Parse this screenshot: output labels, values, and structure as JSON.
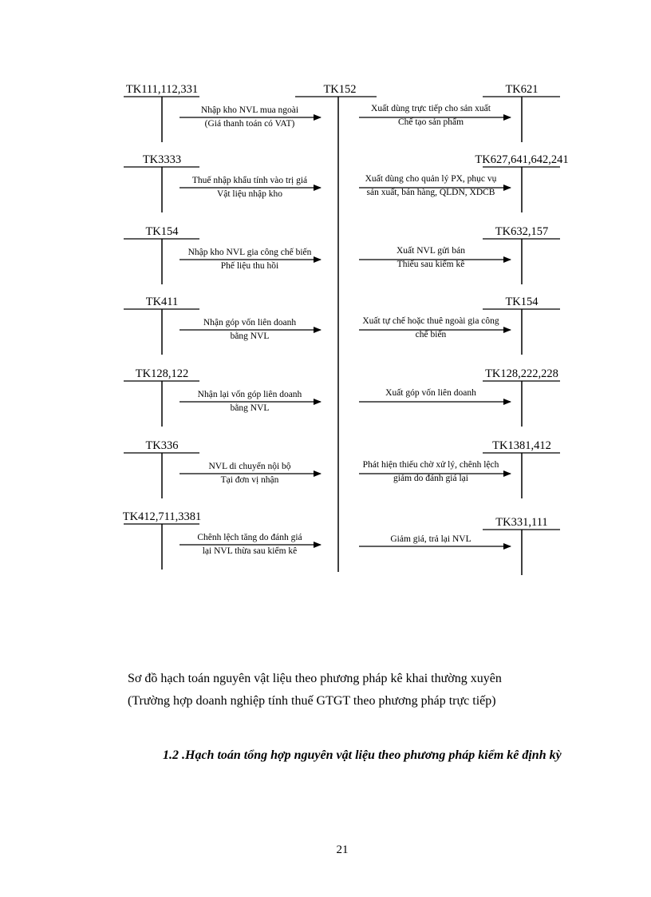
{
  "diagram": {
    "center_account": "TK152",
    "left_rows": [
      {
        "account": "TK111,112,331",
        "line1": "Nhập kho NVL mua ngoài",
        "line2": "(Giá thanh toán có VAT)"
      },
      {
        "account": "TK3333",
        "line1": "Thuế nhập khẩu tính vào trị giá",
        "line2": "Vật liệu nhập kho"
      },
      {
        "account": "TK154",
        "line1": "Nhập kho NVL gia công chế biến",
        "line2": "Phế liệu thu hồi"
      },
      {
        "account": "TK411",
        "line1": "Nhận góp vốn liên doanh",
        "line2": "bằng NVL"
      },
      {
        "account": "TK128,122",
        "line1": "Nhận lại vốn góp liên doanh",
        "line2": "bằng NVL"
      },
      {
        "account": "TK336",
        "line1": "NVL di chuyển nội bộ",
        "line2": "Tại đơn vị nhận"
      },
      {
        "account": "TK412,711,3381",
        "line1": "Chênh lệch tăng do đánh giá",
        "line2": "lại NVL thừa sau kiểm kê"
      }
    ],
    "right_rows": [
      {
        "account": "TK621",
        "line1": "Xuất dùng trực tiếp cho sản xuất",
        "line2": "Chế tạo sản phẩm"
      },
      {
        "account": "TK627,641,642,241",
        "line1": "Xuất dùng cho quản lý PX, phục vụ",
        "line2": "sản xuất, bán hàng, QLDN, XDCB"
      },
      {
        "account": "TK632,157",
        "line1": "Xuất NVL gửi bán",
        "line2": "Thiếu sau kiểm kê"
      },
      {
        "account": "TK154",
        "line1": "Xuất tự chế hoặc thuê ngoài gia công",
        "line2": "chế biến"
      },
      {
        "account": "TK128,222,228",
        "line1": "Xuất góp vốn liên doanh",
        "line2": ""
      },
      {
        "account": "TK1381,412",
        "line1": "Phát hiện thiếu chờ xử lý, chênh lệch",
        "line2": "giảm do đánh giá lại"
      },
      {
        "account": "TK331,111",
        "line1": "Giảm giá, trả lại NVL",
        "line2": ""
      }
    ]
  },
  "caption": {
    "line1": "Sơ đồ hạch toán nguyên vật liệu theo phương pháp kê khai thường xuyên",
    "line2": "(Trường hợp doanh nghiệp tính thuế GTGT theo phương pháp trực tiếp)"
  },
  "section_heading": {
    "number": "1.2",
    "text": ".Hạch toán tổng hợp nguyên vật liệu theo phương pháp kiểm kê định kỳ"
  },
  "page_number": "21"
}
